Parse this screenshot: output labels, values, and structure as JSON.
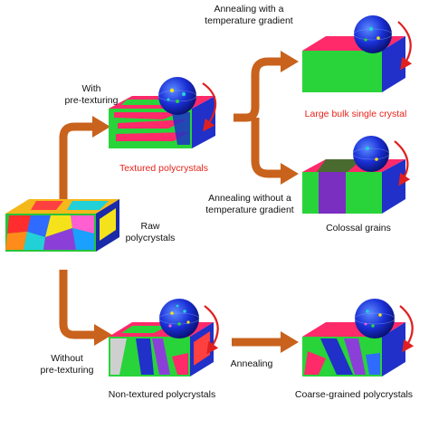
{
  "labels": {
    "with_pretexturing": [
      "With",
      "pre-texturing"
    ],
    "without_pretexturing": [
      "Without",
      "pre-texturing"
    ],
    "raw": [
      "Raw",
      "polycrystals"
    ],
    "textured": "Textured polycrystals",
    "annealing_gradient": [
      "Annealing with a",
      "temperature gradient"
    ],
    "annealing_no_gradient": [
      "Annealing without a",
      "temperature gradient"
    ],
    "large_single_crystal": "Large bulk single crystal",
    "colossal_grains": "Colossal grains",
    "non_textured": "Non-textured polycrystals",
    "annealing": "Annealing",
    "coarse_grained": "Coarse-grained polycrystals"
  },
  "colors": {
    "arrow": "#c8621c",
    "highlight_text": "#e8231a",
    "pole_figure": "#1a2fd6",
    "curved_arrow": "#e02020"
  },
  "icons": [
    "crystal-block",
    "pole-figure-sphere",
    "curved-arrow",
    "process-arrow"
  ]
}
